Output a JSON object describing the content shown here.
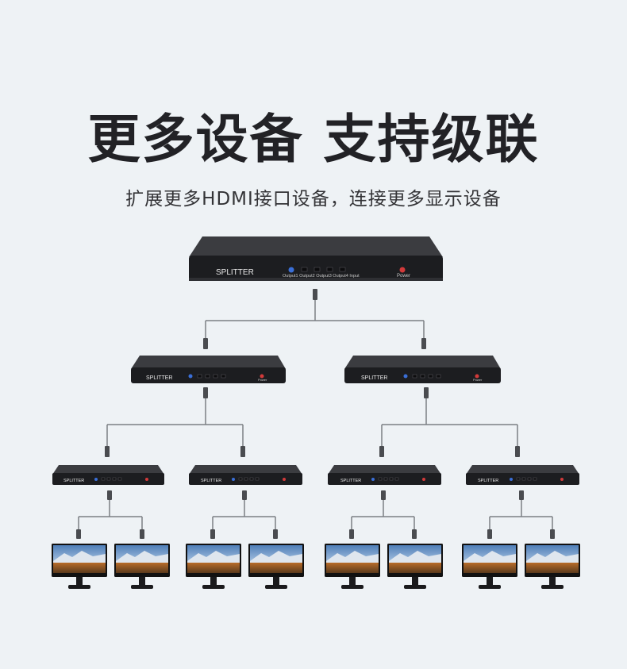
{
  "title": "更多设备 支持级联",
  "subtitle": "扩展更多HDMI接口设备，连接更多显示设备",
  "splitter": {
    "label": "SPLITTER",
    "port_labels": "Output1 Output2 Output3 Output4 Input",
    "power_label": "Power"
  },
  "colors": {
    "background": "#eef2f5",
    "device_body": "#1c1d20",
    "cable": "#7b7f84",
    "power_led": "#d23a3a",
    "output_led": "#3a6fd8"
  },
  "topology": {
    "levels": [
      {
        "level": 1,
        "splitters": 1
      },
      {
        "level": 2,
        "splitters": 2
      },
      {
        "level": 3,
        "splitters": 4
      },
      {
        "level": 4,
        "monitors": 8
      }
    ]
  }
}
